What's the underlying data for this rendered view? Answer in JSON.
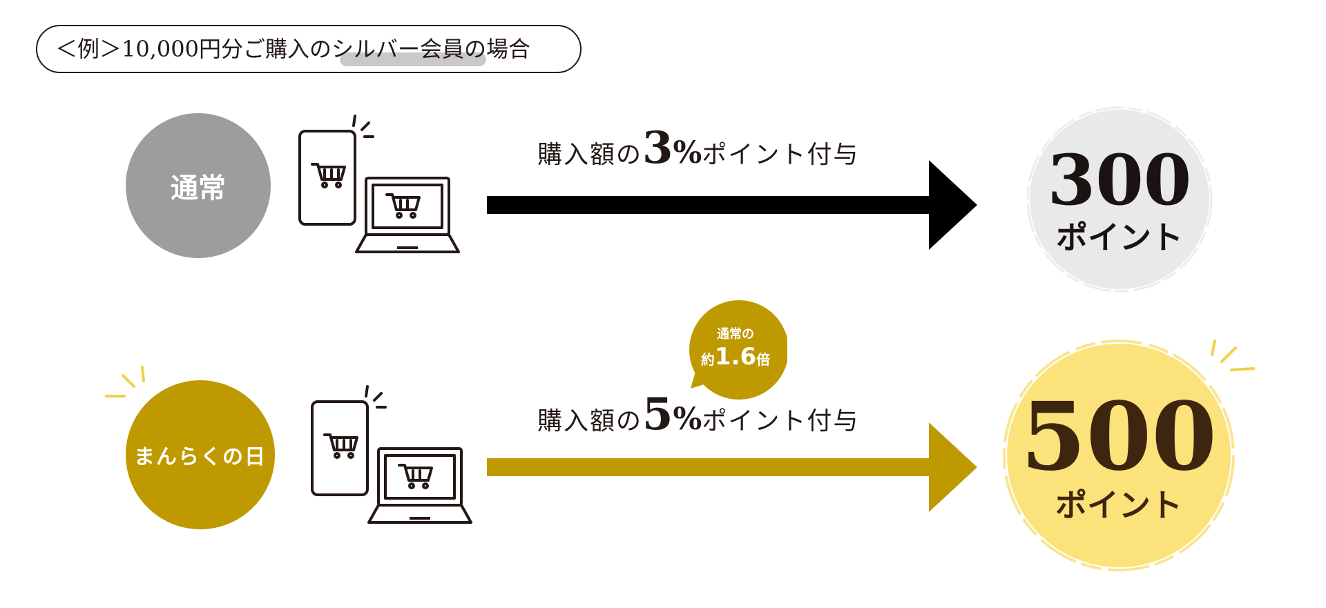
{
  "header": {
    "example_label": "＜例＞10,000円分ご購入のシルバー会員の場合"
  },
  "rows": [
    {
      "badge": "通常",
      "rate_prefix": "購入額の",
      "rate_number": "3",
      "rate_unit": "%",
      "rate_suffix": "ポイント付与",
      "result_value": "300",
      "result_unit": "ポイント"
    },
    {
      "badge": "まんらくの日",
      "rate_prefix": "購入額の",
      "rate_number": "5",
      "rate_unit": "%",
      "rate_suffix": "ポイント付与",
      "result_value": "500",
      "result_unit": "ポイント"
    }
  ],
  "callout": {
    "line1": "通常の",
    "line2_prefix": "約",
    "line2_value": "1.6",
    "line2_suffix": "倍"
  },
  "colors": {
    "normal_badge": "#9d9d9d",
    "manraku_badge": "#bf9900",
    "normal_arrow": "#000000",
    "manraku_arrow": "#bf9900",
    "normal_result_bg": "#e9e9e9",
    "manraku_result_bg": "#fbe27a",
    "spark": "#f0d048"
  }
}
